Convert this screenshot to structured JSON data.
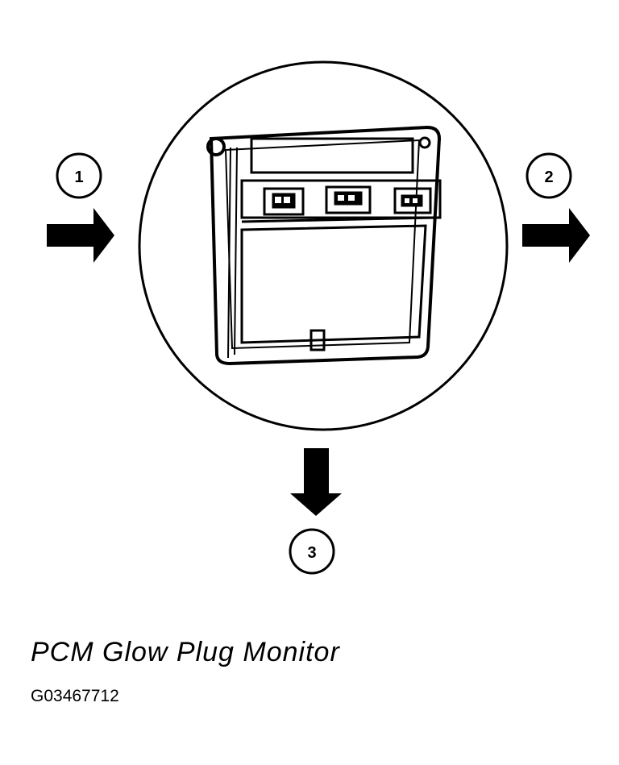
{
  "callouts": [
    {
      "label": "1"
    },
    {
      "label": "2"
    },
    {
      "label": "3"
    }
  ],
  "caption": "PCM Glow Plug Monitor",
  "figure_id": "G03467712",
  "colors": {
    "line": "#000000",
    "background": "#ffffff"
  }
}
